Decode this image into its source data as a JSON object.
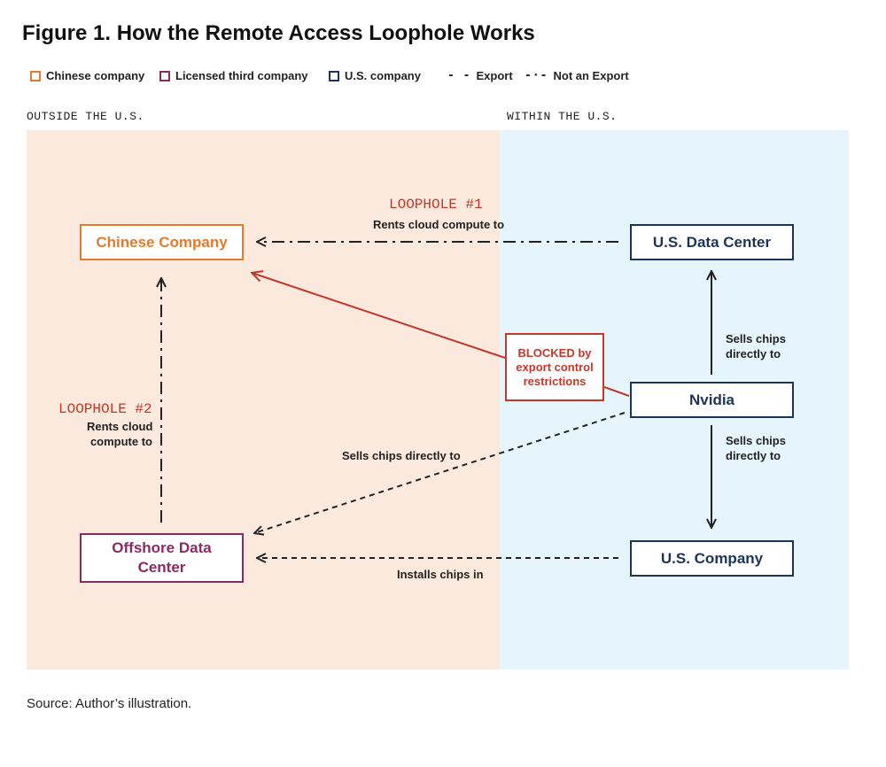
{
  "title": "Figure 1. How the Remote Access Loophole Works",
  "legend": {
    "chinese": "Chinese company",
    "licensed": "Licensed third company",
    "us": "U.S. company",
    "export_symbol": "- - ",
    "export": "Export",
    "not_export_symbol": "-·-",
    "not_export": "Not an Export"
  },
  "regions": {
    "outside": "OUTSIDE THE U.S.",
    "within": "WITHIN THE U.S."
  },
  "nodes": {
    "chinese_company": "Chinese Company",
    "us_data_center": "U.S. Data Center",
    "nvidia": "Nvidia",
    "us_company": "U.S. Company",
    "offshore_line1": "Offshore Data",
    "offshore_line2": "Center"
  },
  "blocked": {
    "line1": "BLOCKED by",
    "line2": "export control",
    "line3": "restrictions"
  },
  "labels": {
    "loophole1": "LOOPHOLE #1",
    "rents_cloud_compute_to": "Rents cloud compute to",
    "loophole2": "LOOPHOLE #2",
    "rents_cloud_line1": "Rents cloud",
    "rents_cloud_line2": "compute to",
    "sells_top_line1": "Sells chips",
    "sells_top_line2": "directly to",
    "sells_bottom_line1": "Sells chips",
    "sells_bottom_line2": "directly to",
    "sells_chips_directly_to": "Sells chips directly to",
    "installs_chips_in": "Installs chips in"
  },
  "source": "Source: Author’s illustration.",
  "colors": {
    "outside_bg": "#fbe9dd",
    "within_bg": "#e6f4fc",
    "chinese": "#e07b2f",
    "licensed": "#8b2a62",
    "us": "#1c3557",
    "blocked": "#c0392b",
    "arrow": "#222222"
  }
}
